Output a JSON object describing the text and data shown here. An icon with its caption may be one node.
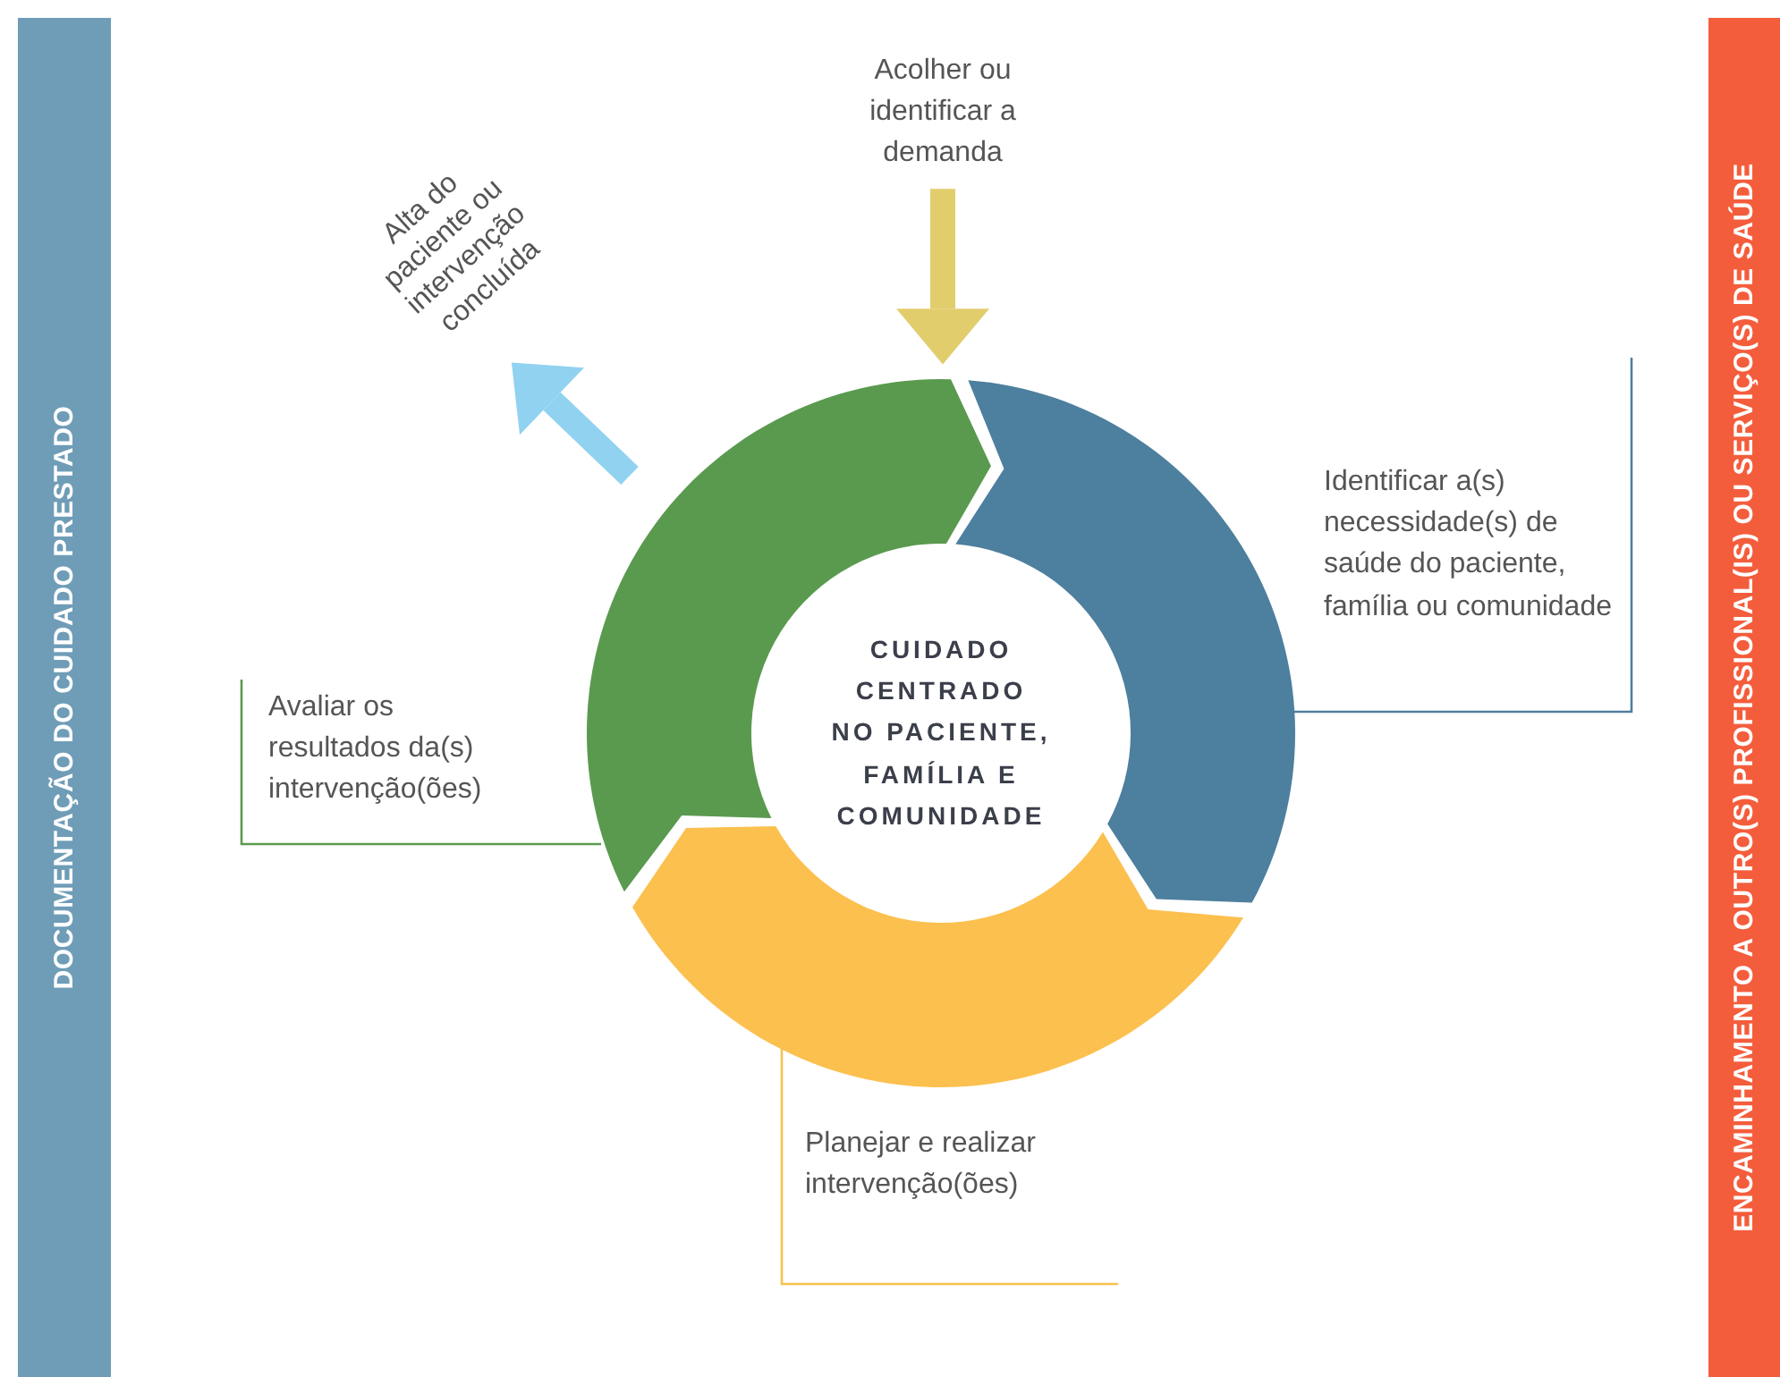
{
  "diagram": {
    "nodes": [
      {
        "text": [
          "DOCUMENTAÇÃO DO CUIDADO PRESTADO"
        ]
      },
      {
        "text": [
          "ENCAMINHAMENTO A OUTRO(S) PROFISSIONAL(IS) OU SERVIÇO(S) DE SAÚDE"
        ]
      },
      {
        "text": [
          "Acolher ou identificar a demanda"
        ]
      },
      {
        "text": [
          "Alta do paciente ou intervenção concluída"
        ]
      },
      {
        "text": [
          "CUIDADO CENTRADO NO PACIENTE, FAMÍLIA E COMUNIDADE"
        ]
      },
      {
        "text": [],
        "shape": "arc"
      },
      {
        "text": [],
        "shape": "arc"
      },
      {
        "text": [],
        "shape": "arc"
      },
      {
        "text": [
          "Identificar a(s) necessidade(s) de saúde do paciente, família ou comunidade"
        ]
      },
      {
        "text": [
          "Planejar e realizar intervenção(ões)"
        ]
      },
      {
        "text": [
          "Avaliar os resultados da(s) intervenção(ões)"
        ]
      }
    ],
    "edges": [
      {
        "from": 2,
        "to": 5,
        "arrow": "to",
        "style": "thick",
        "color": "#e2cd6d"
      },
      {
        "from": 7,
        "to": 3,
        "arrow": "to",
        "style": "thick",
        "color": "#90d2f0"
      },
      {
        "from": 8,
        "to": 5,
        "arrow": "none",
        "color": "#4f7f9f"
      },
      {
        "from": 9,
        "to": 6,
        "arrow": "none",
        "color": "#f7c150"
      },
      {
        "from": 10,
        "to": 7,
        "arrow": "none",
        "color": "#5c9a50"
      }
    ]
  }
}
